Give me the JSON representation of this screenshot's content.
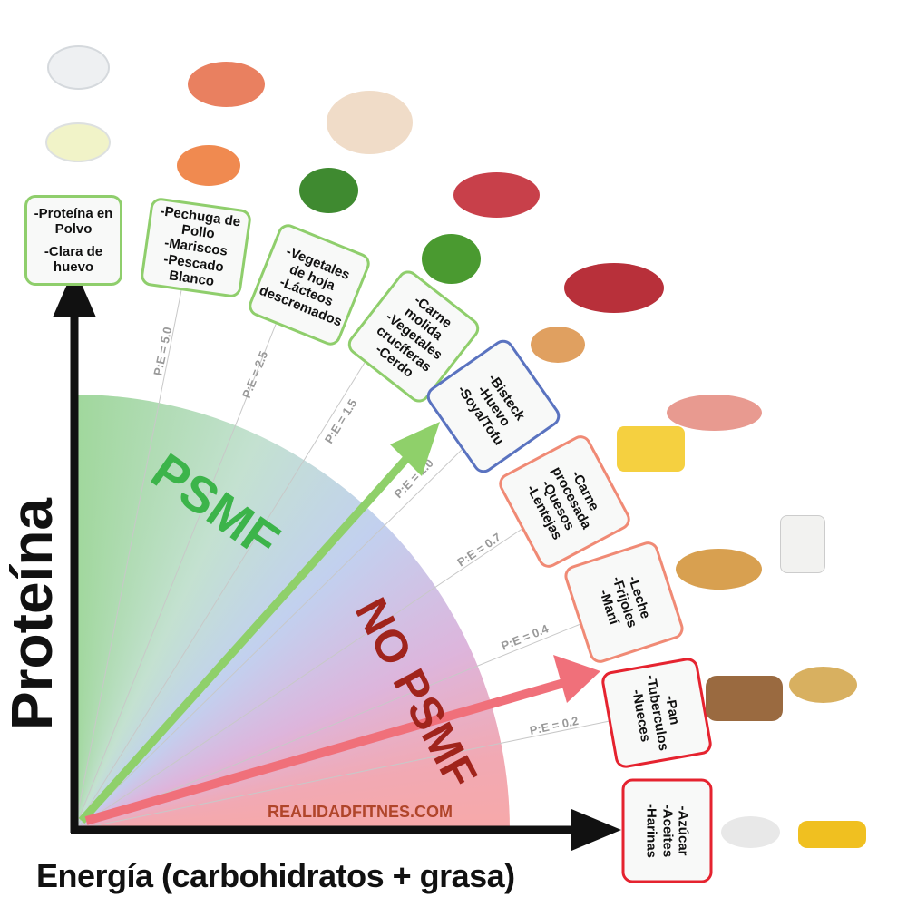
{
  "axes": {
    "y_label": "Proteína",
    "x_label": "Energía (carbohidratos + grasa)"
  },
  "zones": {
    "psmf": "PSMF",
    "no_psmf": "NO PSMF"
  },
  "watermark": "REALIDADFITNES.COM",
  "ratios": [
    "P:E = 5.0",
    "P:E = 2.5",
    "P:E = 1.5",
    "P:E = 1.0",
    "P:E = 0.7",
    "P:E = 0.4",
    "P:E = 0.2"
  ],
  "boxes": [
    {
      "items": [
        "-Proteína en Polvo",
        "-Clara de huevo"
      ]
    },
    {
      "items": [
        "-Pechuga de Pollo",
        "-Mariscos",
        "-Pescado Blanco"
      ]
    },
    {
      "items": [
        "-Vegetales de hoja",
        "-Lácteos descremados"
      ]
    },
    {
      "items": [
        "-Carne molida",
        "-Vegetales crucíferas",
        "-Cerdo"
      ]
    },
    {
      "items": [
        "-Bisteck",
        "-Huevo",
        "-Soya/Tofu"
      ]
    },
    {
      "items": [
        "-Carne procesada",
        "-Quesos",
        "-Lentejas"
      ]
    },
    {
      "items": [
        "-Leche",
        "-Frijoles",
        "-Maní"
      ]
    },
    {
      "items": [
        "-Pan",
        "-Tuberculos",
        "-Nueces"
      ]
    },
    {
      "items": [
        "-Azúcar",
        "-Aceites",
        "-Harinas"
      ]
    }
  ],
  "colors": {
    "green": "#8fce6c",
    "blue": "#5a73c0",
    "salmon": "#f08a75",
    "red": "#e5232f",
    "psmf": "#3cb44a",
    "no_psmf": "#a0241c"
  }
}
